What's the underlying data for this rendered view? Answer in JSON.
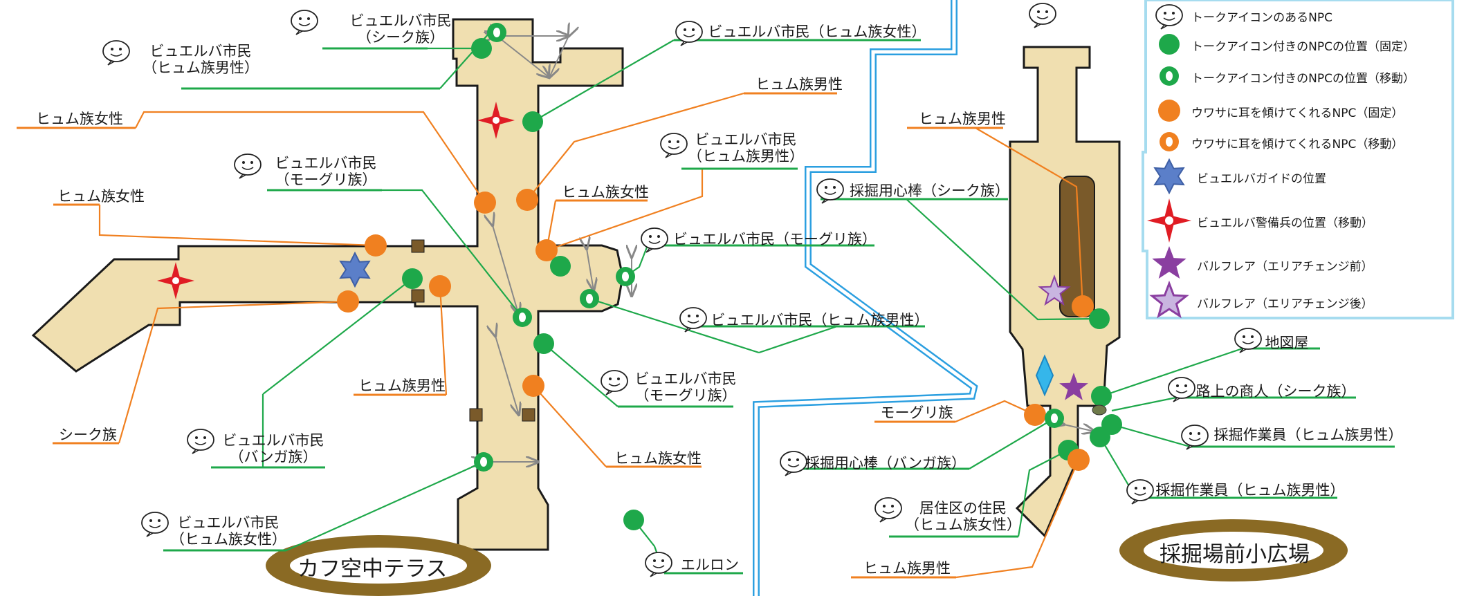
{
  "colors": {
    "floor": "#f0dfb0",
    "outline": "#1a1a1a",
    "npc_green": "#1ea84a",
    "npc_orange": "#f08020",
    "guard_red": "#e01c24",
    "guide_blue": "#5b7fc9",
    "balfrey_purple": "#8a3ea0",
    "balfrey_light": "#c9b5e0",
    "river_blue": "#2b9fe0",
    "legend_border": "#a6dcef",
    "plaque_brown": "#8a6a24",
    "arrow_gray": "#888888"
  },
  "icons": {
    "talk": "speech-bubble-smiley-icon",
    "fixed": "filled-circle",
    "moving": "ring-circle",
    "guide": "six-point-star",
    "guard": "four-point-star"
  },
  "legend": {
    "items": [
      {
        "icon": "talk",
        "text": "トークアイコンのあるNPC"
      },
      {
        "icon": "green-fixed",
        "text": "トークアイコン付きのNPCの位置（固定）"
      },
      {
        "icon": "green-moving",
        "text": "トークアイコン付きのNPCの位置（移動）"
      },
      {
        "icon": "orange-fixed",
        "text": "ウワサに耳を傾けてくれるNPC（固定）"
      },
      {
        "icon": "orange-moving",
        "text": "ウワサに耳を傾けてくれるNPC（移動）"
      },
      {
        "icon": "guide",
        "text": "ビュエルバガイドの位置"
      },
      {
        "icon": "guard",
        "text": "ビュエルバ警備兵の位置（移動）"
      },
      {
        "icon": "balfrey-before",
        "text": "バルフレア（エリアチェンジ前）"
      },
      {
        "icon": "balfrey-after",
        "text": "バルフレア（エリアチェンジ後）"
      }
    ]
  },
  "areas": {
    "left_title": "カフ空中テラス",
    "right_title": "採掘場前小広場"
  },
  "labels": {
    "l01": {
      "lines": [
        "ビュエルバ市民",
        "（シーク族）"
      ]
    },
    "l02": {
      "lines": [
        "ビュエルバ市民",
        "（ヒュム族男性）"
      ]
    },
    "l03": {
      "lines": [
        "ヒュム族女性"
      ]
    },
    "l04": {
      "lines": [
        "ビュエルバ市民",
        "（モーグリ族）"
      ]
    },
    "l05": {
      "lines": [
        "ヒュム族女性"
      ]
    },
    "l06": {
      "lines": [
        "シーク族"
      ]
    },
    "l07": {
      "lines": [
        "ヒュム族男性"
      ]
    },
    "l08": {
      "lines": [
        "ビュエルバ市民",
        "（バンガ族）"
      ]
    },
    "l09": {
      "lines": [
        "ビュエルバ市民",
        "（ヒュム族女性）"
      ]
    },
    "l10": {
      "lines": [
        "ビュエルバ市民（ヒュム族女性）"
      ]
    },
    "l11": {
      "lines": [
        "ヒュム族男性"
      ]
    },
    "l12": {
      "lines": [
        "ビュエルバ市民",
        "（ヒュム族男性）"
      ]
    },
    "l13": {
      "lines": [
        "ヒュム族女性"
      ]
    },
    "l14": {
      "lines": [
        "ビュエルバ市民（モーグリ族）"
      ]
    },
    "l15": {
      "lines": [
        "ビュエルバ市民（ヒュム族男性）"
      ]
    },
    "l16": {
      "lines": [
        "ビュエルバ市民",
        "（モーグリ族）"
      ]
    },
    "l17": {
      "lines": [
        "ヒュム族女性"
      ]
    },
    "l18": {
      "lines": [
        "エルロン"
      ]
    },
    "r01": {
      "lines": [
        "ヒュム族男性"
      ]
    },
    "r02": {
      "lines": [
        "採掘用心棒（シーク族）"
      ]
    },
    "r03": {
      "lines": [
        "モーグリ族"
      ]
    },
    "r04": {
      "lines": [
        "採掘用心棒（バンガ族）"
      ]
    },
    "r05": {
      "lines": [
        "居住区の住民",
        "（ヒュム族女性）"
      ]
    },
    "r06": {
      "lines": [
        "ヒュム族男性"
      ]
    },
    "r07": {
      "lines": [
        "地図屋"
      ]
    },
    "r08": {
      "lines": [
        "路上の商人（シーク族）"
      ]
    },
    "r09": {
      "lines": [
        "採掘作業員（ヒュム族男性）"
      ]
    },
    "r10": {
      "lines": [
        "採掘作業員（ヒュム族男性）"
      ]
    }
  }
}
